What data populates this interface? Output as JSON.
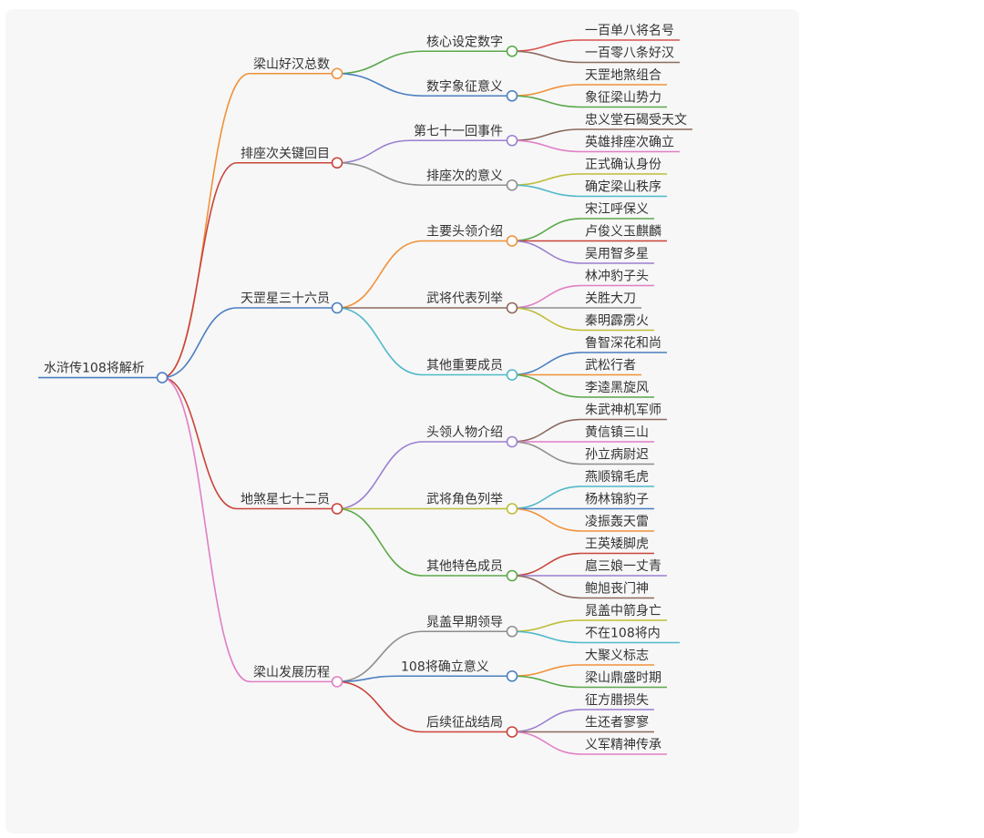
{
  "mindmap": {
    "root": {
      "label": "水浒传108将解析",
      "color": "#4a7fc1",
      "children": [
        {
          "label": "梁山好汉总数",
          "color": "#f0923a",
          "children": [
            {
              "label": "核心设定数字",
              "color": "#5aa84a",
              "children": [
                {
                  "label": "一百单八将名号",
                  "color": "#d9534f"
                },
                {
                  "label": "一百零八条好汉",
                  "color": "#8c6a5e"
                }
              ]
            },
            {
              "label": "数字象征意义",
              "color": "#4a7fc1",
              "children": [
                {
                  "label": "天罡地煞组合",
                  "color": "#f0923a"
                },
                {
                  "label": "象征梁山势力",
                  "color": "#5aa84a"
                }
              ]
            }
          ]
        },
        {
          "label": "排座次关键回目",
          "color": "#c9443a",
          "children": [
            {
              "label": "第七十一回事件",
              "color": "#9b7fd0",
              "children": [
                {
                  "label": "忠义堂石碣受天文",
                  "color": "#8c6a5e"
                },
                {
                  "label": "英雄排座次确立",
                  "color": "#e07fc6"
                }
              ]
            },
            {
              "label": "排座次的意义",
              "color": "#8e8e8e",
              "children": [
                {
                  "label": "正式确认身份",
                  "color": "#bdbd3a"
                },
                {
                  "label": "确定梁山秩序",
                  "color": "#4fb9c9"
                }
              ]
            }
          ]
        },
        {
          "label": "天罡星三十六员",
          "color": "#4a7fc1",
          "children": [
            {
              "label": "主要头领介绍",
              "color": "#f0923a",
              "children": [
                {
                  "label": "宋江呼保义",
                  "color": "#5aa84a"
                },
                {
                  "label": "卢俊义玉麒麟",
                  "color": "#c9443a"
                },
                {
                  "label": "吴用智多星",
                  "color": "#9b7fd0"
                }
              ]
            },
            {
              "label": "武将代表列举",
              "color": "#8c6a5e",
              "children": [
                {
                  "label": "林冲豹子头",
                  "color": "#e07fc6"
                },
                {
                  "label": "关胜大刀",
                  "color": "#8e8e8e"
                },
                {
                  "label": "秦明霹雳火",
                  "color": "#bdbd3a"
                }
              ]
            },
            {
              "label": "其他重要成员",
              "color": "#4fb9c9",
              "children": [
                {
                  "label": "鲁智深花和尚",
                  "color": "#4a7fc1"
                },
                {
                  "label": "武松行者",
                  "color": "#f0923a"
                },
                {
                  "label": "李逵黑旋风",
                  "color": "#5aa84a"
                }
              ]
            }
          ]
        },
        {
          "label": "地煞星七十二员",
          "color": "#c9443a",
          "children": [
            {
              "label": "头领人物介绍",
              "color": "#9b7fd0",
              "children": [
                {
                  "label": "朱武神机军师",
                  "color": "#8c6a5e"
                },
                {
                  "label": "黄信镇三山",
                  "color": "#e07fc6"
                },
                {
                  "label": "孙立病尉迟",
                  "color": "#8e8e8e"
                }
              ]
            },
            {
              "label": "武将角色列举",
              "color": "#bdbd3a",
              "children": [
                {
                  "label": "燕顺锦毛虎",
                  "color": "#4fb9c9"
                },
                {
                  "label": "杨林锦豹子",
                  "color": "#4a7fc1"
                },
                {
                  "label": "凌振轰天雷",
                  "color": "#f0923a"
                }
              ]
            },
            {
              "label": "其他特色成员",
              "color": "#5aa84a",
              "children": [
                {
                  "label": "王英矮脚虎",
                  "color": "#c9443a"
                },
                {
                  "label": "扈三娘一丈青",
                  "color": "#9b7fd0"
                },
                {
                  "label": "鲍旭丧门神",
                  "color": "#8c6a5e"
                }
              ]
            }
          ]
        },
        {
          "label": "梁山发展历程",
          "color": "#e07fc6",
          "children": [
            {
              "label": "晁盖早期领导",
              "color": "#8e8e8e",
              "children": [
                {
                  "label": "晁盖中箭身亡",
                  "color": "#bdbd3a"
                },
                {
                  "label": "不在108将内",
                  "color": "#4fb9c9"
                }
              ]
            },
            {
              "label": "108将确立意义",
              "color": "#4a7fc1",
              "children": [
                {
                  "label": "大聚义标志",
                  "color": "#f0923a"
                },
                {
                  "label": "梁山鼎盛时期",
                  "color": "#5aa84a"
                }
              ]
            },
            {
              "label": "后续征战结局",
              "color": "#c9443a",
              "children": [
                {
                  "label": "征方腊损失",
                  "color": "#9b7fd0"
                },
                {
                  "label": "生还者寥寥",
                  "color": "#8c6a5e"
                },
                {
                  "label": "义军精神传承",
                  "color": "#e07fc6"
                }
              ]
            }
          ]
        }
      ]
    }
  }
}
